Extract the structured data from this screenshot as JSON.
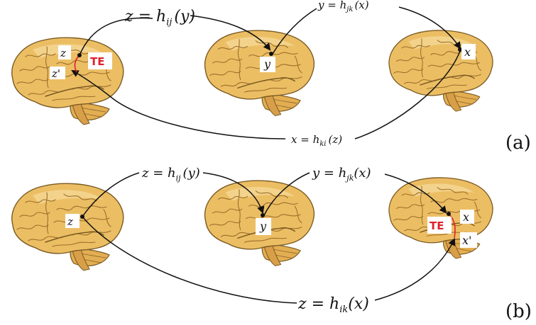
{
  "colors": {
    "brain_fill": "#e8b860",
    "brain_light": "#f6dc9c",
    "brain_stroke": "#7a5a22",
    "te_red": "#e0202a",
    "arrow": "#111111"
  },
  "panels": [
    {
      "label": "(a)",
      "mappings": {
        "z_h_y": {
          "lhs": "z = ",
          "fn": "h",
          "sub": "ij",
          "arg": "(y)"
        },
        "y_h_x": {
          "lhs": "y = ",
          "fn": "h",
          "sub": "jk",
          "arg": "(x)"
        },
        "x_h_z": {
          "lhs": "x = ",
          "fn": "h",
          "sub": "ki",
          "arg": "(z)"
        }
      },
      "points": {
        "z": "z",
        "z_prime": "z'",
        "y": "y",
        "x": "x"
      },
      "te_label": "TE"
    },
    {
      "label": "(b)",
      "mappings": {
        "z_h_y": {
          "lhs": "z = ",
          "fn": "h",
          "sub": "ij",
          "arg": "(y)"
        },
        "y_h_x": {
          "lhs": "y = ",
          "fn": "h",
          "sub": "jk",
          "arg": "(x)"
        },
        "z_h_x": {
          "lhs": "z = ",
          "fn": "h",
          "sub": "ik",
          "arg": "(x)"
        }
      },
      "points": {
        "z": "z",
        "y": "y",
        "x": "x",
        "x_prime": "x'"
      },
      "te_label": "TE"
    }
  ],
  "icons": [
    "brain-icon"
  ]
}
